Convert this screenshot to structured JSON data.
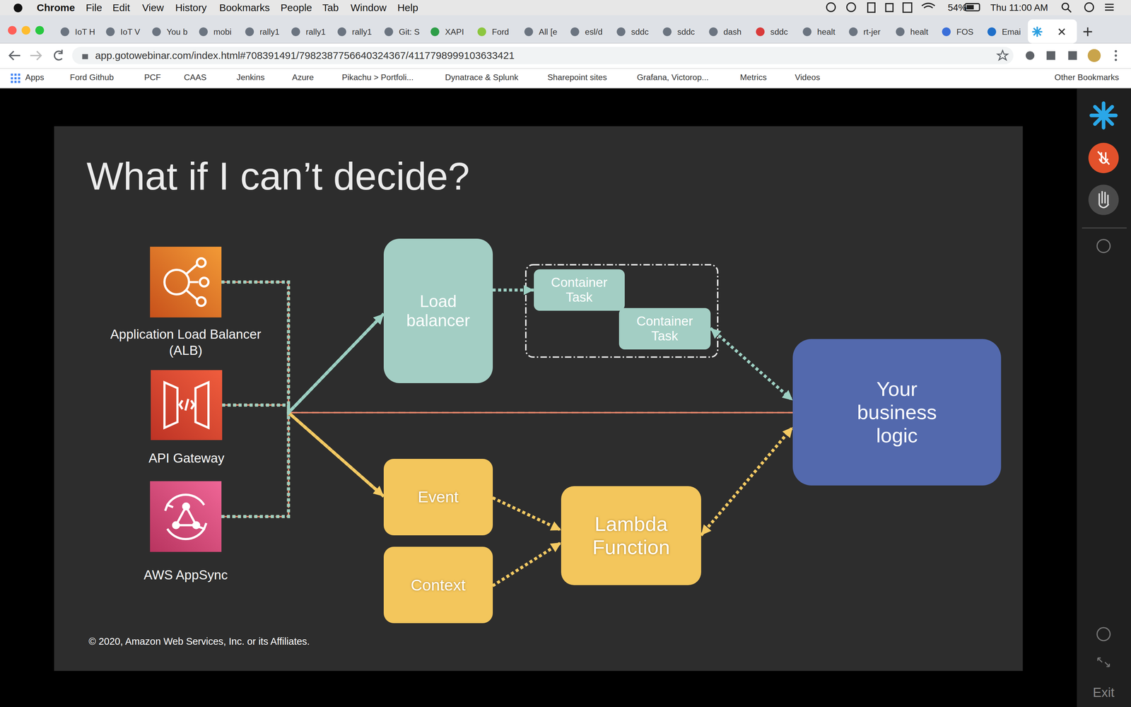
{
  "diagram": {
    "title": "What if I can’t decide?",
    "caption": "© 2020, Amazon Web Services, Inc. or its Affiliates.",
    "nodes": [
      {
        "text": [
          "Application Load Balancer (ALB)"
        ]
      },
      {
        "text": [
          "API Gateway"
        ]
      },
      {
        "text": [
          "AWS AppSync"
        ]
      },
      {
        "text": [
          "Load balancer"
        ]
      },
      {
        "text": [
          "Container Task"
        ]
      },
      {
        "text": [
          "Container Task"
        ]
      },
      {
        "text": [
          "Your business logic"
        ]
      },
      {
        "text": [
          "Event"
        ]
      },
      {
        "text": [
          "Context"
        ]
      },
      {
        "text": [
          "Lambda Function"
        ]
      }
    ],
    "edges": [
      {
        "from": 0,
        "to": 3,
        "arrow": "to"
      },
      {
        "from": 1,
        "to": 3,
        "arrow": "to"
      },
      {
        "from": 2,
        "to": 3,
        "arrow": "to"
      },
      {
        "from": 0,
        "to": 7,
        "arrow": "to"
      },
      {
        "from": 1,
        "to": 7,
        "arrow": "to"
      },
      {
        "from": 2,
        "to": 7,
        "arrow": "to"
      },
      {
        "from": 0,
        "to": 6,
        "arrow": "none"
      },
      {
        "from": 1,
        "to": 6,
        "arrow": "none"
      },
      {
        "from": 2,
        "to": 6,
        "arrow": "none"
      },
      {
        "from": 3,
        "to": 4,
        "arrow": "to"
      },
      {
        "from": 5,
        "to": 6,
        "arrow": "both"
      },
      {
        "from": 7,
        "to": 9,
        "arrow": "to"
      },
      {
        "from": 8,
        "to": 9,
        "arrow": "to"
      },
      {
        "from": 9,
        "to": 6,
        "arrow": "both"
      }
    ],
    "labels": [
      "Chrome",
      "File",
      "Edit",
      "View",
      "History",
      "Bookmarks",
      "People",
      "Tab",
      "Window",
      "Help",
      "54%",
      "Thu 11:00 AM",
      "IoT H",
      "IoT V",
      "You b",
      "mobi",
      "rally1",
      "rally1",
      "rally1",
      "Git: S",
      "XAPI",
      "Ford",
      "All [e",
      "esl/d",
      "sddc",
      "sddc",
      "dash",
      "sddc",
      "healt",
      "rt-jer",
      "healt",
      "FOS",
      "Emai",
      "app.gotowebinar.com/index.html#708391491/7982387756640324367/4117798999103633421",
      "Apps",
      "Ford Github",
      "PCF",
      "CAAS",
      "Jenkins",
      "Azure",
      "Pikachu > Portfoli...",
      "Dynatrace & Splunk",
      "Sharepoint sites",
      "Grafana, Victorop...",
      "Metrics",
      "Videos",
      "Other Bookmarks",
      "Exit"
    ]
  }
}
